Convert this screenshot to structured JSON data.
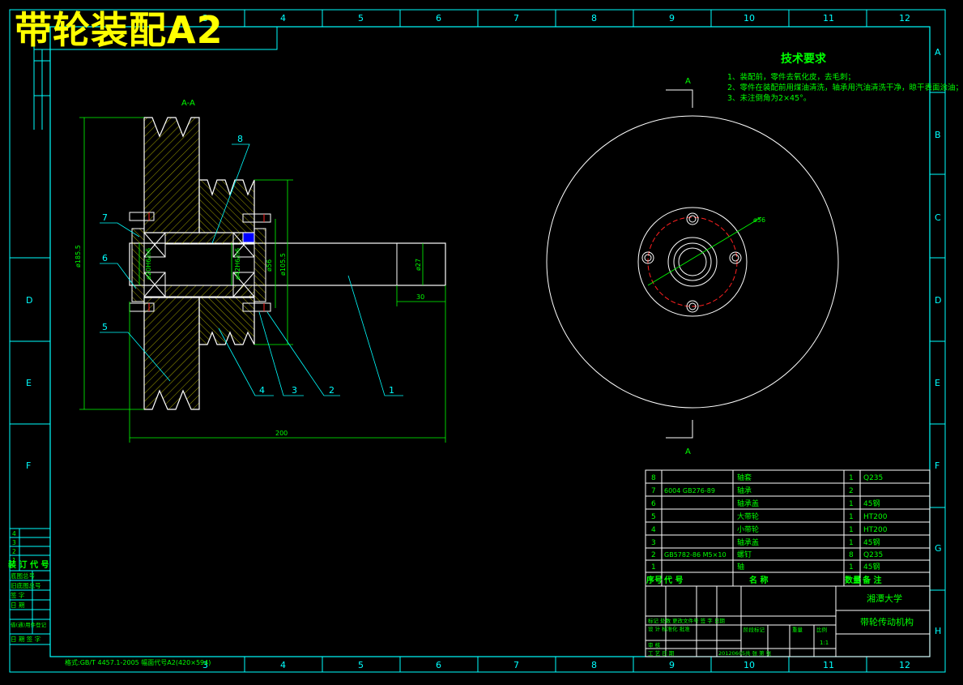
{
  "title": "带轮装配A2",
  "grid": {
    "columns": [
      "3",
      "4",
      "5",
      "6",
      "7",
      "8",
      "9",
      "10",
      "11",
      "12"
    ],
    "rows": [
      "A",
      "B",
      "C",
      "D",
      "E",
      "F",
      "G",
      "H"
    ],
    "left_rows": [
      "D",
      "E",
      "F"
    ]
  },
  "section_label": "A-A",
  "section_mark": "A",
  "tech_requirements": {
    "heading": "技术要求",
    "items": [
      "1、装配前，零件去氧化皮，去毛刺；",
      "2、零件在装配前用煤油清洗，轴承用汽油清洗干净，晾干表面涂油；",
      "3、未注倒角为2×45°。"
    ]
  },
  "dimensions": {
    "d1": "ø185.5",
    "d2": "ø20H6/n6",
    "d3": "ø42H6/n6",
    "d4": "ø56",
    "d5": "ø105.5",
    "d6": "ø27",
    "l1": "30",
    "l2": "200",
    "pcd": "ø56"
  },
  "balloons": [
    "1",
    "2",
    "3",
    "4",
    "5",
    "6",
    "7",
    "8"
  ],
  "bom_rows": [
    {
      "no": "8",
      "code": "",
      "name": "轴套",
      "qty": "1",
      "material": "Q235"
    },
    {
      "no": "7",
      "code": "6004 GB276-89",
      "name": "轴承",
      "qty": "2",
      "material": ""
    },
    {
      "no": "6",
      "code": "",
      "name": "轴承盖",
      "qty": "1",
      "material": "45钢"
    },
    {
      "no": "5",
      "code": "",
      "name": "大带轮",
      "qty": "1",
      "material": "HT200"
    },
    {
      "no": "4",
      "code": "",
      "name": "小带轮",
      "qty": "1",
      "material": "HT200"
    },
    {
      "no": "3",
      "code": "",
      "name": "轴承盖",
      "qty": "1",
      "material": "45钢"
    },
    {
      "no": "2",
      "code": "GB5782-86 M5×10",
      "name": "螺钉",
      "qty": "8",
      "material": "Q235"
    },
    {
      "no": "1",
      "code": "",
      "name": "轴",
      "qty": "1",
      "material": "45钢"
    }
  ],
  "bom_header": {
    "no": "序号",
    "code": "代     号",
    "name": "名      称",
    "qty": "数量",
    "remark": "备   注"
  },
  "title_block": {
    "school": "湘潭大学",
    "drawing_name": "带轮传动机构",
    "scale_label": "比例",
    "scale": "1:1",
    "stage": "阶段标记",
    "weight": "重量",
    "sheet": "共  张  第  张",
    "date": "20120605",
    "r1": "标记 处数 更改文件号 签 字 日期",
    "r2": "设 计  标准化   批准",
    "r3": "审 核",
    "r4": "工 艺   日 期"
  },
  "left_block": {
    "binding": "装 订 代 号",
    "rows": [
      "底图总号",
      "旧底图总号",
      "签 字",
      "日 期",
      "借(通)用件登记"
    ],
    "nums": [
      "4",
      "3",
      "2",
      "1"
    ],
    "sign": "日 期 签 字"
  },
  "bottom_note": "格式:GB/T 4457.1-2005 幅面代号A2(420×594)",
  "colors": {
    "frame": "#00ffff",
    "accent": "#00ff00",
    "title": "#ffff00",
    "hatch": "#cccc00",
    "part": "#ffffff",
    "red": "#ff2020"
  }
}
